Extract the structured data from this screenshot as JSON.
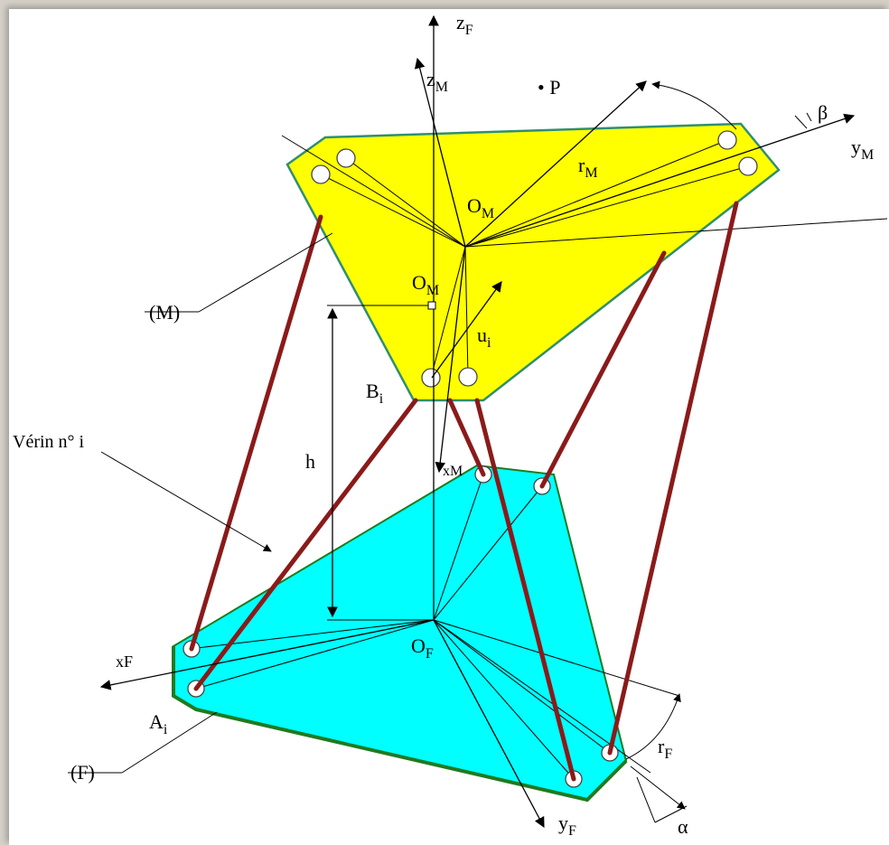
{
  "labels": {
    "zF": "z",
    "zF_sub": "F",
    "zM": "z",
    "zM_sub": "M",
    "P": "• P",
    "beta": "β",
    "yM": "y",
    "yM_sub": "M",
    "rM": "r",
    "rM_sub": "M",
    "OM1": "O",
    "OM1_sub": "M",
    "OM2": "O",
    "OM2_sub": "M",
    "M": "(M)",
    "ui": "u",
    "ui_sub": "i",
    "Bi": "B",
    "Bi_sub": "i",
    "verin": "Vérin n° i",
    "h": "h",
    "xM": "xM",
    "xF": "xF",
    "OF": "O",
    "OF_sub": "F",
    "Ai": "A",
    "Ai_sub": "i",
    "F": "(F)",
    "rF": "r",
    "rF_sub": "F",
    "yF": "y",
    "yF_sub": "F",
    "alpha": "α"
  },
  "colors": {
    "mobile_platform": "#ffff00",
    "mobile_edge": "#2f8f6f",
    "fixed_platform": "#00ffff",
    "fixed_edge": "#1f7a1f",
    "actuator": "#8b1a1a",
    "background": "#d4d0c8"
  }
}
